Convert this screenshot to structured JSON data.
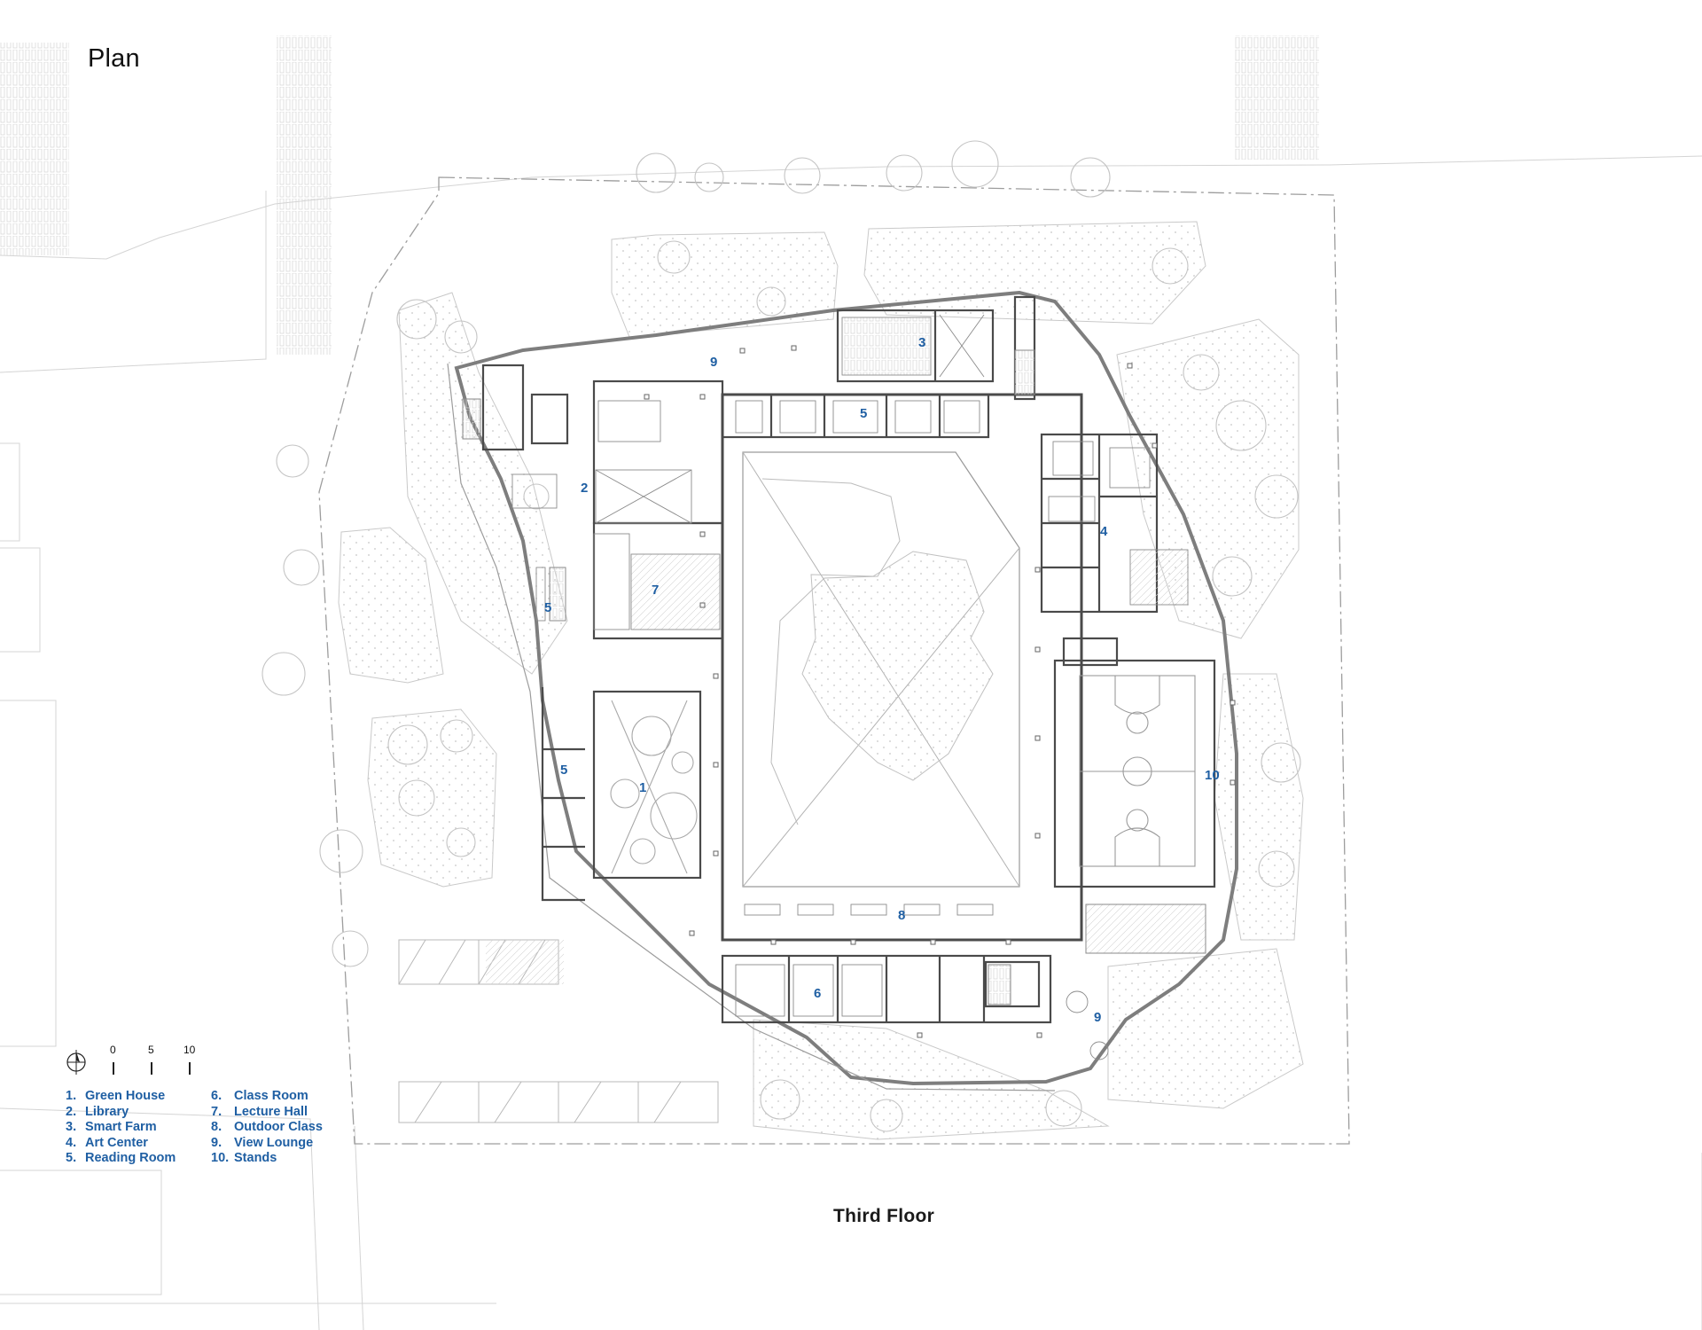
{
  "page_title": "Plan",
  "floor_title": "Third Floor",
  "accent_color": "#1f5fa3",
  "line_color": "#9a9a9a",
  "wall_color": "#4a4a4a",
  "scale_bar": {
    "ticks": [
      "0",
      "5",
      "10"
    ],
    "north_icon": "north-arrow-icon"
  },
  "legend": [
    {
      "num": "1.",
      "name": "Green House"
    },
    {
      "num": "2.",
      "name": "Library"
    },
    {
      "num": "3.",
      "name": "Smart Farm"
    },
    {
      "num": "4.",
      "name": "Art Center"
    },
    {
      "num": "5.",
      "name": "Reading Room"
    },
    {
      "num": "6.",
      "name": "Class Room"
    },
    {
      "num": "7.",
      "name": "Lecture Hall"
    },
    {
      "num": "8.",
      "name": "Outdoor Class"
    },
    {
      "num": "9.",
      "name": "View Lounge"
    },
    {
      "num": "10.",
      "name": "Stands"
    }
  ],
  "room_labels": [
    "9",
    "3",
    "5",
    "2",
    "7",
    "5",
    "4",
    "5",
    "1",
    "10",
    "8",
    "6",
    "9"
  ]
}
